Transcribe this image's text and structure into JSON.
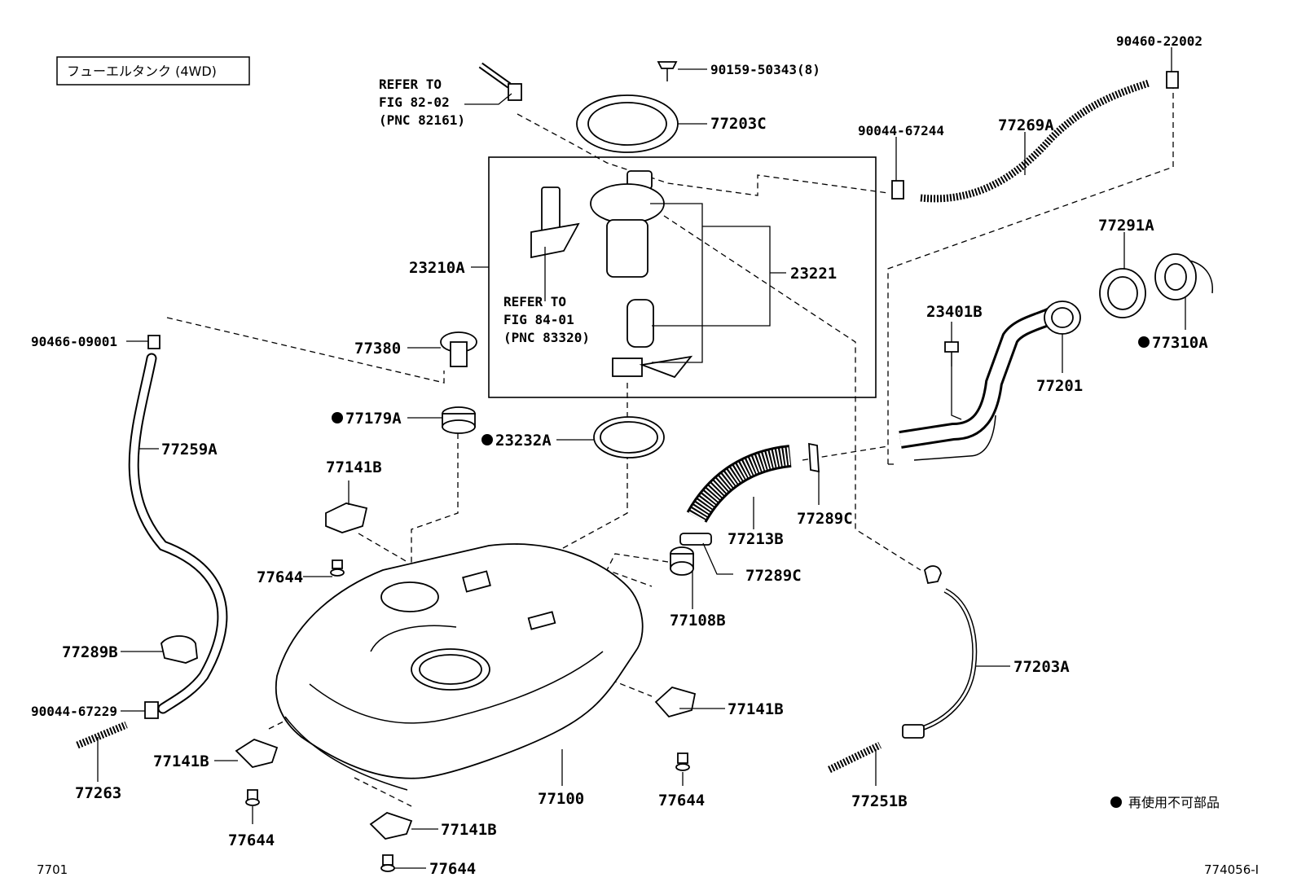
{
  "title_box": "フューエルタンク (4WD)",
  "legend_text": "再使用不可部品",
  "footer": {
    "left": "7701",
    "right": "774056-I"
  },
  "refs": {
    "fig82": [
      "REFER TO",
      "FIG 82-02",
      "(PNC 82161)"
    ],
    "fig84": [
      "REFER TO",
      "FIG 84-01",
      "(PNC 83320)"
    ]
  },
  "labels": {
    "p90159": "90159-50343(8)",
    "p77203c": "77203C",
    "p90460": "90460-22002",
    "p90044a": "90044-67244",
    "p77269a": "77269A",
    "p23210a": "23210A",
    "p23221": "23221",
    "p77291a": "77291A",
    "p23401b": "23401B",
    "p77310a": "77310A",
    "p77201": "77201",
    "p90466": "90466-09001",
    "p77380": "77380",
    "p77179a": "77179A",
    "p23232a": "23232A",
    "p77259a": "77259A",
    "p77141b_1": "77141B",
    "p77644_1": "77644",
    "p77213b": "77213B",
    "p77289c_1": "77289C",
    "p77289c_2": "77289C",
    "p77108b": "77108B",
    "p77289b": "77289B",
    "p77203a": "77203A",
    "p90044b": "90044-67229",
    "p77141b_2": "77141B",
    "p77263": "77263",
    "p77141b_3": "77141B",
    "p77100": "77100",
    "p77644_2": "77644",
    "p77251b": "77251B",
    "p77644_3": "77644",
    "p77141b_4": "77141B",
    "p77644_4": "77644"
  }
}
